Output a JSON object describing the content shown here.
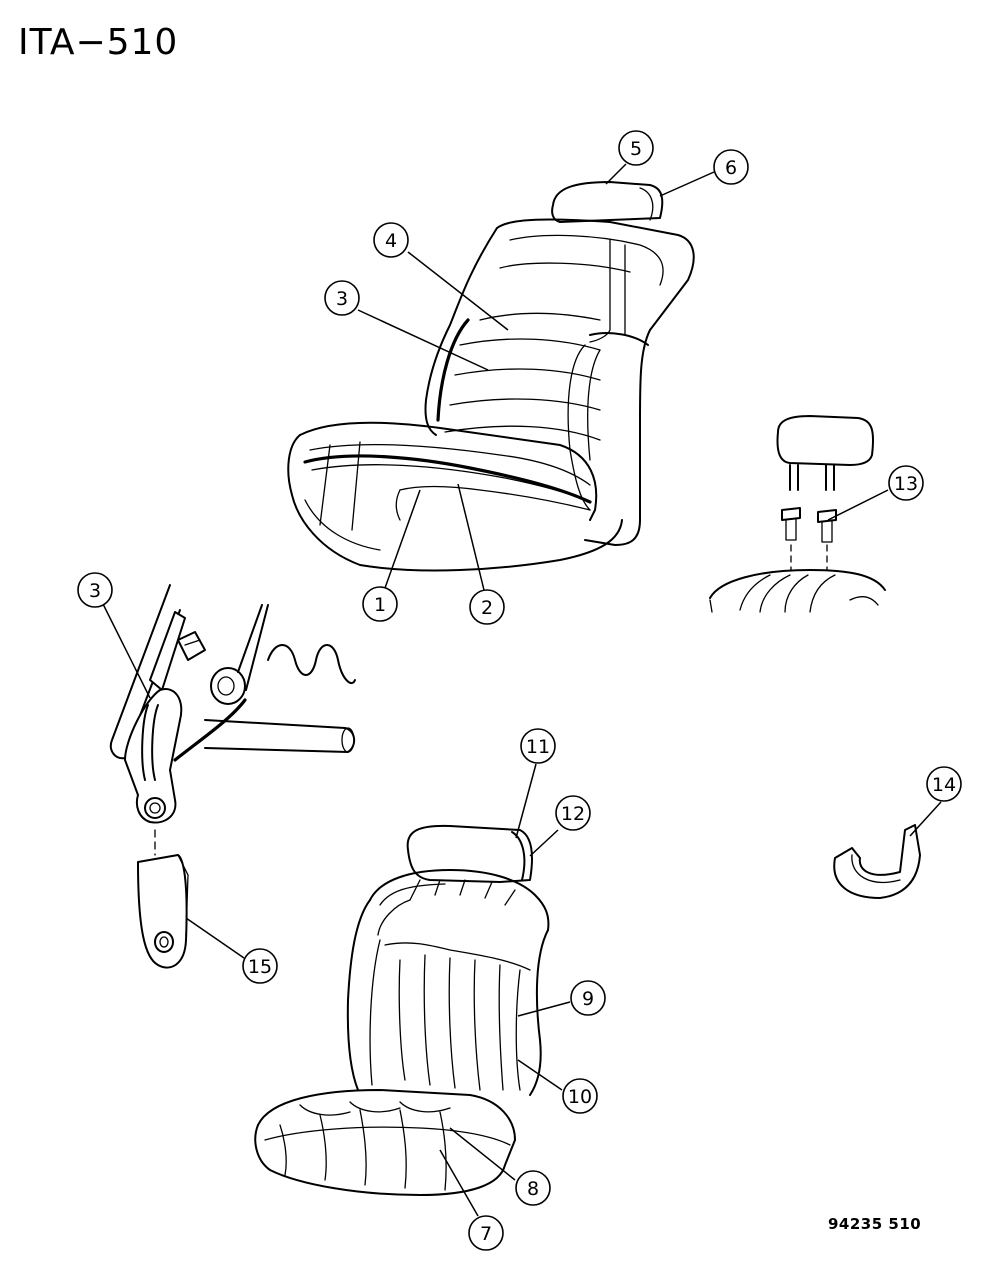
{
  "header": {
    "title": "ITA−510"
  },
  "footer": {
    "figure_code": "94235  510"
  },
  "callouts": {
    "c1": "1",
    "c2": "2",
    "c3a": "3",
    "c3b": "3",
    "c4": "4",
    "c5": "5",
    "c6": "6",
    "c7": "7",
    "c8": "8",
    "c9": "9",
    "c10": "10",
    "c11": "11",
    "c12": "12",
    "c13": "13",
    "c14": "14",
    "c15": "15"
  }
}
